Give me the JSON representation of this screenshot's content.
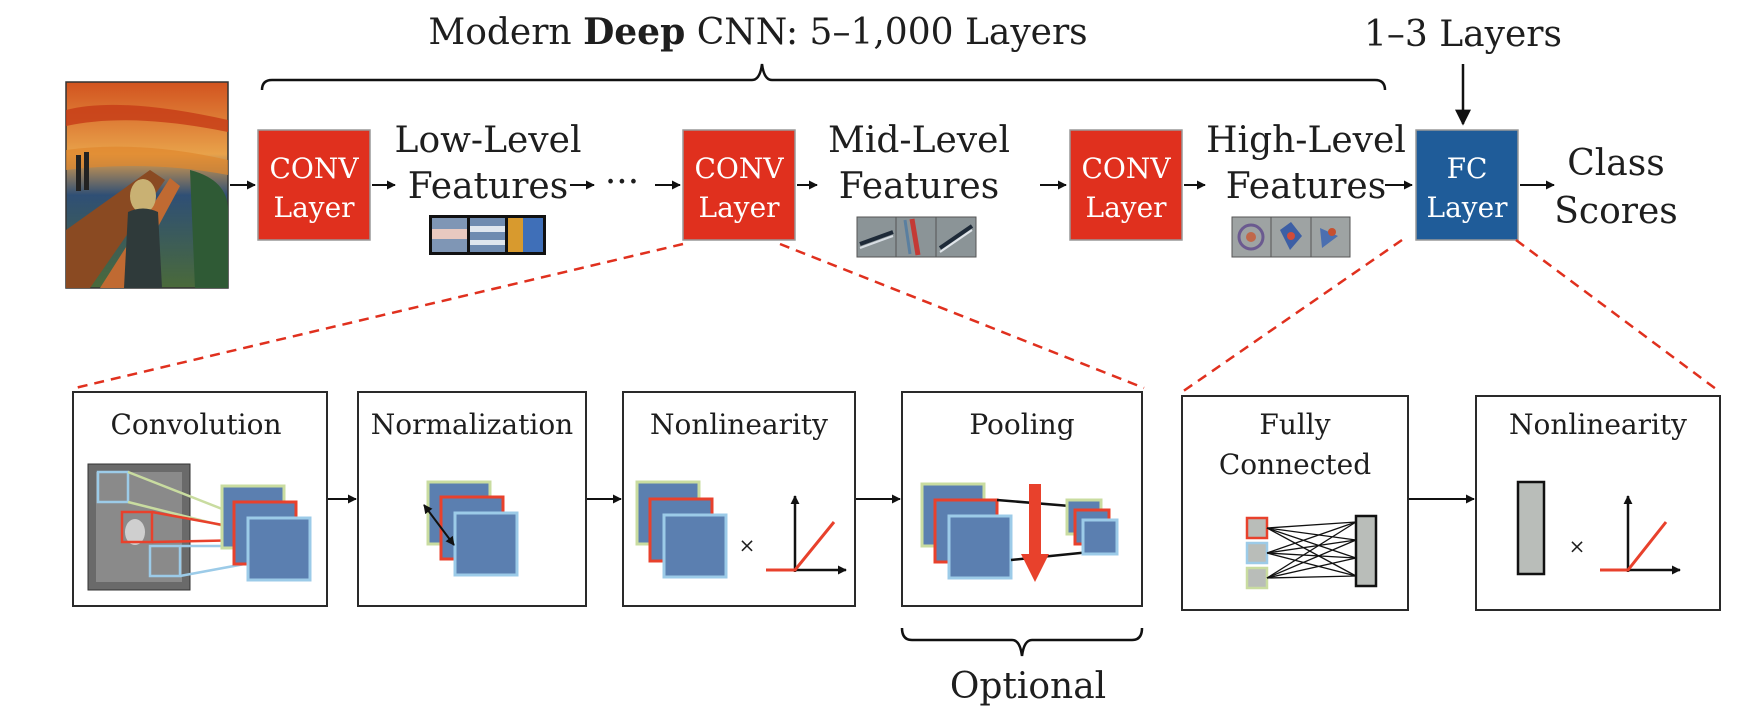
{
  "title": {
    "prefix": "Modern ",
    "bold": "Deep",
    "suffix": " CNN: 5–1,000 Layers"
  },
  "fc_note": "1–3 Layers",
  "pipeline": {
    "conv_layers": [
      {
        "line1": "CONV",
        "line2": "Layer"
      },
      {
        "line1": "CONV",
        "line2": "Layer"
      },
      {
        "line1": "CONV",
        "line2": "Layer"
      }
    ],
    "fc_layer": {
      "line1": "FC",
      "line2": "Layer"
    },
    "features": [
      {
        "line1": "Low-Level",
        "line2": "Features"
      },
      {
        "line1": "Mid-Level",
        "line2": "Features"
      },
      {
        "line1": "High-Level",
        "line2": "Features"
      }
    ],
    "ellipsis": "···",
    "output": {
      "line1": "Class",
      "line2": "Scores"
    }
  },
  "conv_stages": [
    {
      "title": "Convolution"
    },
    {
      "title": "Normalization"
    },
    {
      "title": "Nonlinearity"
    },
    {
      "title": "Pooling"
    }
  ],
  "fc_stages": [
    {
      "line1": "Fully",
      "line2": "Connected"
    },
    {
      "title": "Nonlinearity"
    }
  ],
  "multiply_symbol": "×",
  "optional_label": "Optional",
  "colors": {
    "conv_red": "#e0301e",
    "fc_blue": "#1f5c99",
    "map_blue": "#5b7fb0",
    "map_red_border": "#e8412c",
    "map_green_border": "#c9dca0",
    "map_lightblue_border": "#9ccbe8",
    "relu_red": "#e8412c",
    "gray_neuron": "#b9bdb9"
  }
}
